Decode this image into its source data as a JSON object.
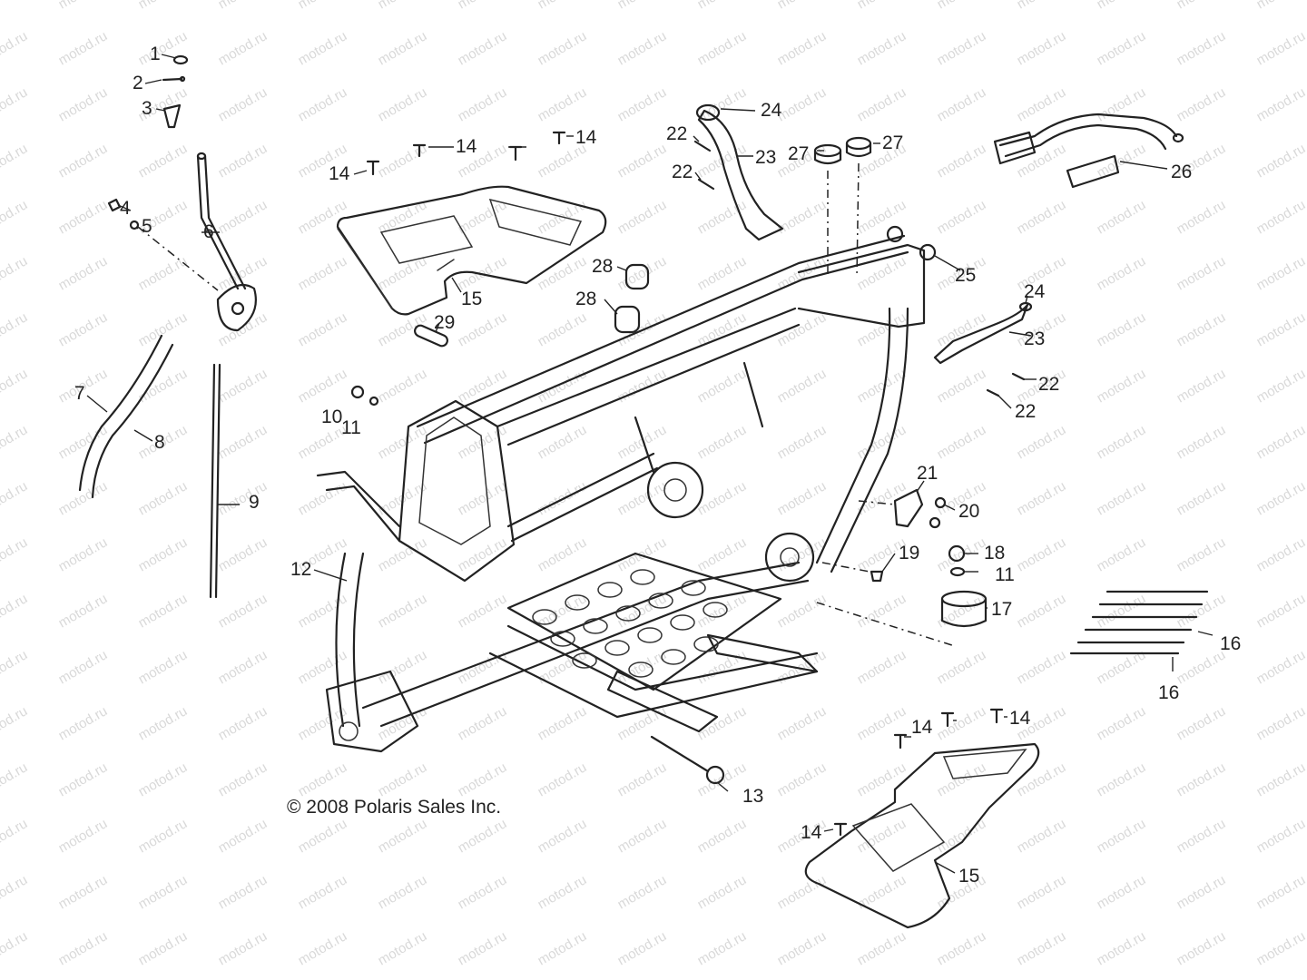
{
  "watermark": "motod.ru",
  "copyright": "© 2008 Polaris Sales Inc.",
  "callouts": [
    {
      "id": "c1",
      "label": "1"
    },
    {
      "id": "c2",
      "label": "2"
    },
    {
      "id": "c3",
      "label": "3"
    },
    {
      "id": "c4",
      "label": "4"
    },
    {
      "id": "c5",
      "label": "5"
    },
    {
      "id": "c6",
      "label": "6"
    },
    {
      "id": "c7",
      "label": "7"
    },
    {
      "id": "c8",
      "label": "8"
    },
    {
      "id": "c9",
      "label": "9"
    },
    {
      "id": "c10",
      "label": "10"
    },
    {
      "id": "c11a",
      "label": "11"
    },
    {
      "id": "c11b",
      "label": "11"
    },
    {
      "id": "c12",
      "label": "12"
    },
    {
      "id": "c13",
      "label": "13"
    },
    {
      "id": "c14a",
      "label": "14"
    },
    {
      "id": "c14b",
      "label": "14"
    },
    {
      "id": "c14c",
      "label": "14"
    },
    {
      "id": "c14d",
      "label": "14"
    },
    {
      "id": "c14e",
      "label": "14"
    },
    {
      "id": "c14f",
      "label": "14"
    },
    {
      "id": "c14g",
      "label": "14"
    },
    {
      "id": "c15a",
      "label": "15"
    },
    {
      "id": "c15b",
      "label": "15"
    },
    {
      "id": "c16a",
      "label": "16"
    },
    {
      "id": "c16b",
      "label": "16"
    },
    {
      "id": "c17",
      "label": "17"
    },
    {
      "id": "c18",
      "label": "18"
    },
    {
      "id": "c19",
      "label": "19"
    },
    {
      "id": "c20",
      "label": "20"
    },
    {
      "id": "c21",
      "label": "21"
    },
    {
      "id": "c22a",
      "label": "22"
    },
    {
      "id": "c22b",
      "label": "22"
    },
    {
      "id": "c22c",
      "label": "22"
    },
    {
      "id": "c22d",
      "label": "22"
    },
    {
      "id": "c23a",
      "label": "23"
    },
    {
      "id": "c23b",
      "label": "23"
    },
    {
      "id": "c24a",
      "label": "24"
    },
    {
      "id": "c24b",
      "label": "24"
    },
    {
      "id": "c25",
      "label": "25"
    },
    {
      "id": "c26",
      "label": "26"
    },
    {
      "id": "c27a",
      "label": "27"
    },
    {
      "id": "c27b",
      "label": "27"
    },
    {
      "id": "c28a",
      "label": "28"
    },
    {
      "id": "c28b",
      "label": "28"
    },
    {
      "id": "c29",
      "label": "29"
    }
  ]
}
